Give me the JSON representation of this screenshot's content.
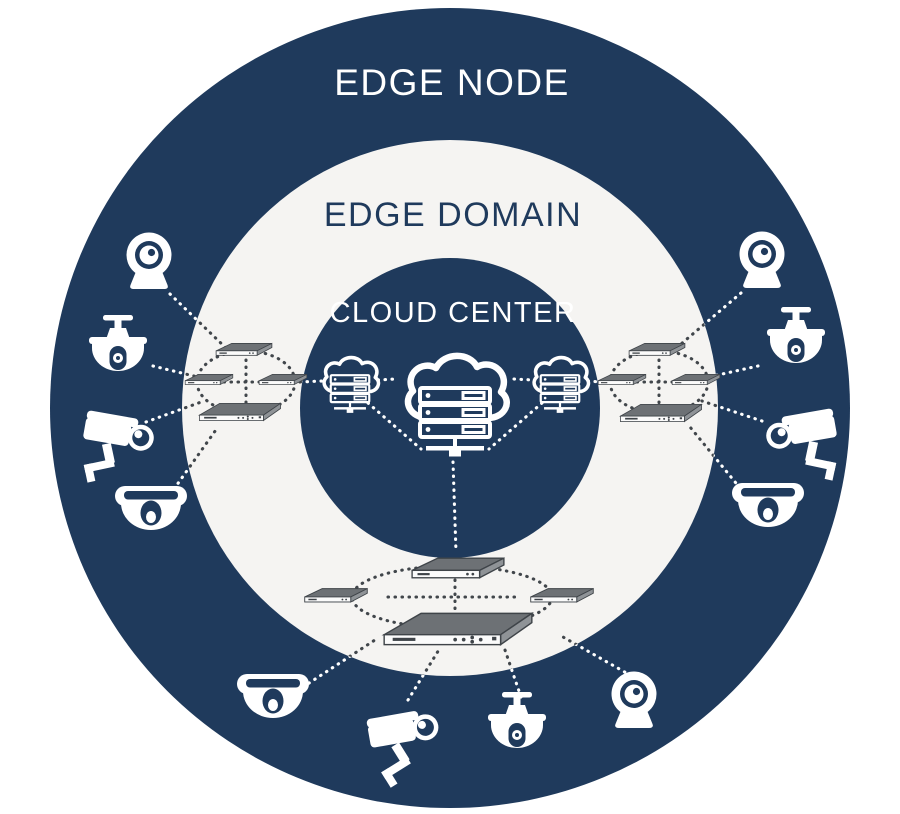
{
  "diagram": {
    "labels": {
      "outer_zone": "EDGE NODE",
      "middle_zone": "EDGE DOMAIN",
      "inner_zone": "CLOUD CENTER"
    },
    "palette": {
      "background": "#ffffff",
      "navy": "#1f3a5c",
      "ring": "#f5f4f2",
      "icon_white": "#ffffff",
      "device_top": "#6d7175",
      "device_side": "#8f9397",
      "device_front": "#fbfbfb",
      "device_outline": "#3f4449",
      "dash_on_light": "#41464b",
      "dash_on_dark": "#ffffff"
    },
    "zones": [
      {
        "id": "edge-node",
        "label": "EDGE NODE",
        "shape": "outer-circle"
      },
      {
        "id": "edge-domain",
        "label": "EDGE DOMAIN",
        "shape": "ring"
      },
      {
        "id": "cloud-center",
        "label": "CLOUD CENTER",
        "shape": "inner-circle"
      }
    ],
    "cloud_center": {
      "main_icon": "cloud-server-icon",
      "gateway_icons": [
        "cloud-server-icon",
        "cloud-server-icon"
      ],
      "rack_count": 3
    },
    "edge_clusters": [
      {
        "id": "left",
        "devices": [
          "switch",
          "switch",
          "switch",
          "nvr"
        ]
      },
      {
        "id": "right",
        "devices": [
          "switch",
          "switch",
          "switch",
          "nvr"
        ]
      },
      {
        "id": "bottom",
        "devices": [
          "switch",
          "switch",
          "switch",
          "nvr"
        ]
      }
    ],
    "cameras": [
      {
        "id": "left-1",
        "type": "webcam-icon"
      },
      {
        "id": "left-2",
        "type": "ptz-dome-camera-icon"
      },
      {
        "id": "left-3",
        "type": "bullet-camera-icon"
      },
      {
        "id": "left-4",
        "type": "dome-camera-icon"
      },
      {
        "id": "right-1",
        "type": "webcam-icon"
      },
      {
        "id": "right-2",
        "type": "ptz-dome-camera-icon"
      },
      {
        "id": "right-3",
        "type": "bullet-camera-icon"
      },
      {
        "id": "right-4",
        "type": "dome-camera-icon"
      },
      {
        "id": "bottom-1",
        "type": "dome-camera-icon"
      },
      {
        "id": "bottom-2",
        "type": "bullet-camera-icon"
      },
      {
        "id": "bottom-3",
        "type": "ptz-dome-camera-icon"
      },
      {
        "id": "bottom-4",
        "type": "webcam-icon"
      }
    ],
    "connection_style": "dotted"
  }
}
